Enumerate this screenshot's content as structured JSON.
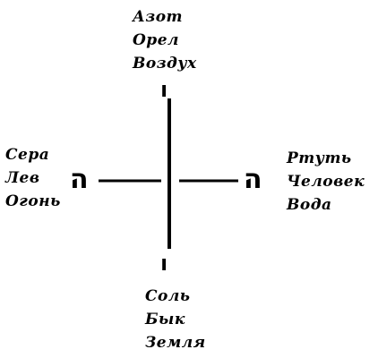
{
  "diagram": {
    "top": {
      "letter": "ו",
      "words": [
        "Азот",
        "Орел",
        "Воздух"
      ]
    },
    "bottom": {
      "letter": "ו",
      "words": [
        "Соль",
        "Бык",
        "Земля"
      ]
    },
    "left": {
      "letter": "ה",
      "words": [
        "Сера",
        "Лев",
        "Огонь"
      ]
    },
    "right": {
      "letter": "ה",
      "words": [
        "Ртуть",
        "Человек",
        "Вода"
      ]
    }
  }
}
